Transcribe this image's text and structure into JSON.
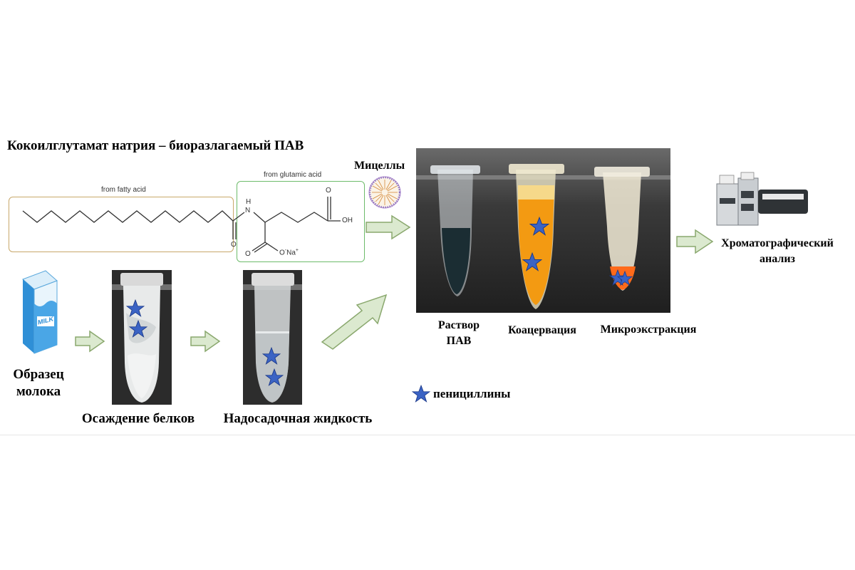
{
  "title": "Кокоилглутамат натрия – биоразлагаемый ПАВ",
  "chem": {
    "fatty_label": "from fatty acid",
    "glutamic_label": "from glutamic acid",
    "nh": "N",
    "h": "H",
    "oh": "OH",
    "o_carbonyl": "O",
    "o_acid": "O",
    "o_neg": "O",
    "minus": "-",
    "na": "Na",
    "plus": "+"
  },
  "micelles_label": "Мицеллы",
  "steps": {
    "milk_sample": "Образец молока",
    "milk_sample_l1": "Образец",
    "milk_sample_l2": "молока",
    "milk_carton_text": "MILK",
    "precipitation": "Осаждение белков",
    "supernatant": "Надосадочная жидкость",
    "surfactant_solution_l1": "Раствор",
    "surfactant_solution_l2": "ПАВ",
    "coacervation": "Коацервация",
    "microextraction": "Микроэкстракция",
    "chromatography_l1": "Хроматографический",
    "chromatography_l2": "анализ"
  },
  "legend": {
    "icon": "star-icon",
    "label": "пенициллины"
  },
  "colors": {
    "arrow_fill": "#dbe9cf",
    "arrow_stroke": "#8aa86e",
    "star_fill": "#3b63c4",
    "star_stroke": "#1c3a8a",
    "fatty_box": "#c8a86a",
    "glutamic_box": "#6dbb6a",
    "coacervate_orange": "#f39a12",
    "micro_orange": "#ff6a1a",
    "surfactant_dark": "#1b2d33"
  }
}
